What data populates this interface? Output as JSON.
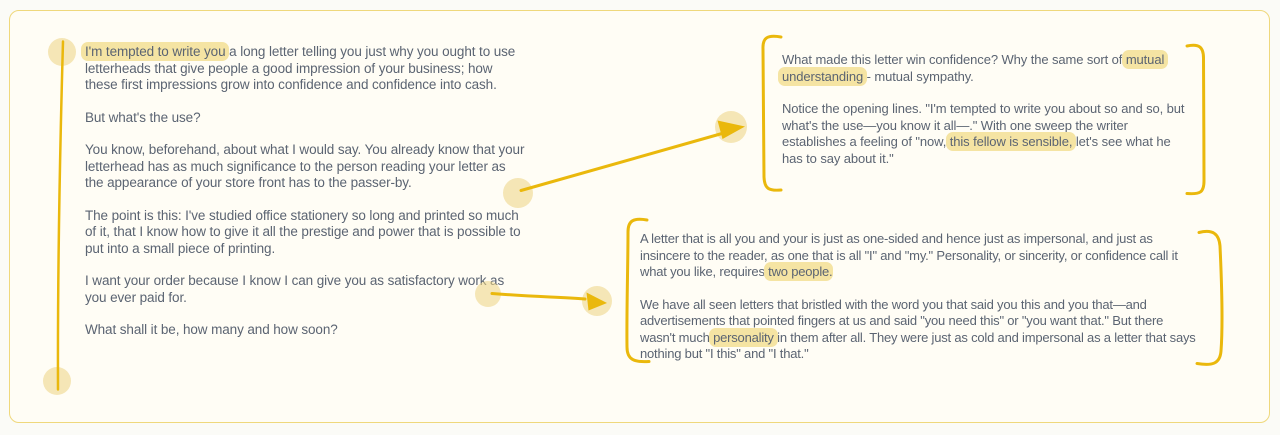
{
  "colors": {
    "page_bg": "#FBFBF7",
    "canvas_bg": "#FFFDF5",
    "frame_border": "#EFD87C",
    "text": "#5B6472",
    "highlight": "#F5E4A3",
    "annotation": "#EAB80C",
    "annotation_circle": "#EDD382"
  },
  "letter": {
    "paragraphs": [
      {
        "segments": [
          {
            "text": "I'm tempted to write you",
            "highlight": true
          },
          {
            "text": " a long letter telling you just why you ought to use letterheads that give people a good impression of your business; how these first impressions grow into confidence and confidence into cash.",
            "highlight": false
          }
        ]
      },
      {
        "segments": [
          {
            "text": "But what's the use?",
            "highlight": false
          }
        ]
      },
      {
        "segments": [
          {
            "text": "You know, beforehand, about what I would say. You already know that your letterhead has as much significance to the person reading your letter as the appearance of your store front has to the passer-by.",
            "highlight": false
          }
        ]
      },
      {
        "segments": [
          {
            "text": "The point is this: I've studied office stationery so long and printed so much of it, that I know how to give it all the prestige and power that is possible to put into a small piece of printing.",
            "highlight": false
          }
        ]
      },
      {
        "segments": [
          {
            "text": "I want your order because I know I can give you as satisfactory work as you ever paid for.",
            "highlight": false
          }
        ]
      },
      {
        "segments": [
          {
            "text": "What shall it be, how many and how soon?",
            "highlight": false
          }
        ]
      }
    ]
  },
  "note_top": {
    "paragraphs": [
      {
        "segments": [
          {
            "text": "What made this letter win confidence? Why the same sort of ",
            "highlight": false
          },
          {
            "text": "mutual understanding",
            "highlight": true
          },
          {
            "text": " - mutual sympathy.",
            "highlight": false
          }
        ]
      },
      {
        "segments": [
          {
            "text": "Notice the opening lines. \"I'm tempted to write you about so and so, but what's the use—you know it all—.\" With one sweep the writer establishes a feeling of \"now, ",
            "highlight": false
          },
          {
            "text": "this fellow is sensible,",
            "highlight": true
          },
          {
            "text": " let's see what he has to say about it.\"",
            "highlight": false
          }
        ]
      }
    ]
  },
  "note_bottom": {
    "paragraphs": [
      {
        "segments": [
          {
            "text": "A letter that is all you and your is just as one-sided and hence just as impersonal, and just as insincere to the reader, as one that is all \"I\" and \"my.\" Personality, or sincerity, or confidence call it what you like, requires ",
            "highlight": false
          },
          {
            "text": "two people",
            "highlight": true
          },
          {
            "text": ".",
            "highlight": false
          }
        ]
      },
      {
        "segments": [
          {
            "text": "We have all seen letters that bristled with the word you that said you this and you that—and advertisements that pointed fingers at us and said \"you need this\" or \"you want that.\" But there wasn't much ",
            "highlight": false
          },
          {
            "text": "personality",
            "highlight": true
          },
          {
            "text": " in them after all. They were just as cold and impersonal as a letter that says nothing but \"I this\" and \"I that.\"",
            "highlight": false
          }
        ]
      }
    ]
  }
}
